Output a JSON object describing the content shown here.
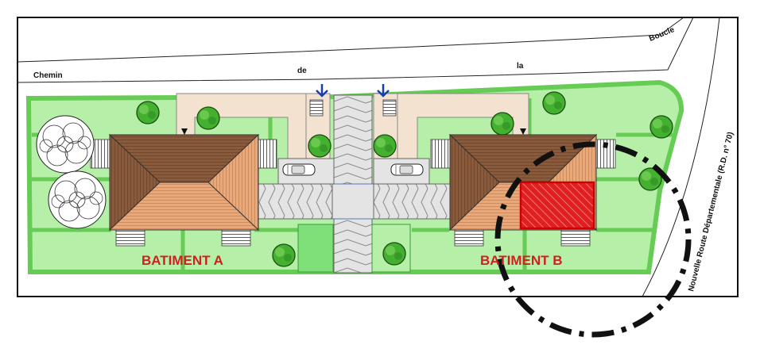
{
  "road": {
    "word_1": "Chemin",
    "word_2": "de",
    "word_3": "la",
    "word_4": "Boucle",
    "side_road": "Nouvelle Route Départementale (R.D. n° 70)"
  },
  "buildings": {
    "a_label": "BATIMENT A",
    "b_label": "BATIMENT B"
  },
  "colors": {
    "lawn": "#b6f0a8",
    "hedge": "#66cc55",
    "roof_dark": "#8a5a3a",
    "roof_light": "#e8a878",
    "paving": "#f3e2cf",
    "highlight": "#e02020",
    "label_red": "#d02020",
    "entrance_arrow": "#1a3faa"
  },
  "icons": [
    "tree-icon",
    "car-icon",
    "entrance-arrow-icon",
    "staircase-icon"
  ]
}
